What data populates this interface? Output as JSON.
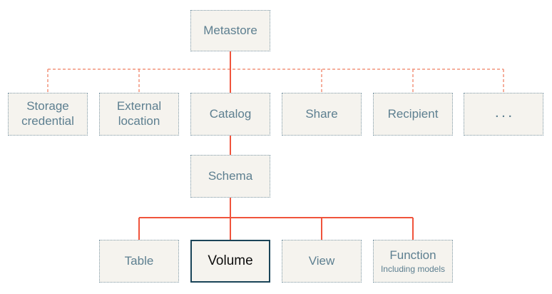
{
  "diagram": {
    "nodes": {
      "metastore": {
        "label": "Metastore"
      },
      "storage_credential": {
        "label": "Storage credential"
      },
      "external_location": {
        "label": "External location"
      },
      "catalog": {
        "label": "Catalog"
      },
      "share": {
        "label": "Share"
      },
      "recipient": {
        "label": "Recipient"
      },
      "more": {
        "label": "..."
      },
      "schema": {
        "label": "Schema"
      },
      "table": {
        "label": "Table"
      },
      "volume": {
        "label": "Volume"
      },
      "view": {
        "label": "View"
      },
      "function": {
        "label": "Function",
        "sublabel": "Including models"
      }
    },
    "edges": [
      {
        "from": "metastore",
        "to": "storage_credential",
        "style": "dashed"
      },
      {
        "from": "metastore",
        "to": "external_location",
        "style": "dashed"
      },
      {
        "from": "metastore",
        "to": "catalog",
        "style": "solid"
      },
      {
        "from": "metastore",
        "to": "share",
        "style": "dashed"
      },
      {
        "from": "metastore",
        "to": "recipient",
        "style": "dashed"
      },
      {
        "from": "metastore",
        "to": "more",
        "style": "dashed"
      },
      {
        "from": "catalog",
        "to": "schema",
        "style": "solid"
      },
      {
        "from": "schema",
        "to": "table",
        "style": "solid"
      },
      {
        "from": "schema",
        "to": "volume",
        "style": "solid"
      },
      {
        "from": "schema",
        "to": "view",
        "style": "solid"
      },
      {
        "from": "schema",
        "to": "function",
        "style": "solid"
      }
    ],
    "colors": {
      "background": "#ffffff",
      "box_fill": "#f5f3ee",
      "box_border_dotted": "#7e99a7",
      "label_text": "#5d7f90",
      "highlight_border": "#1a4458",
      "highlight_text": "#0d0d0d",
      "connector_solid": "#f0543c",
      "connector_dashed": "#f2947c"
    }
  }
}
